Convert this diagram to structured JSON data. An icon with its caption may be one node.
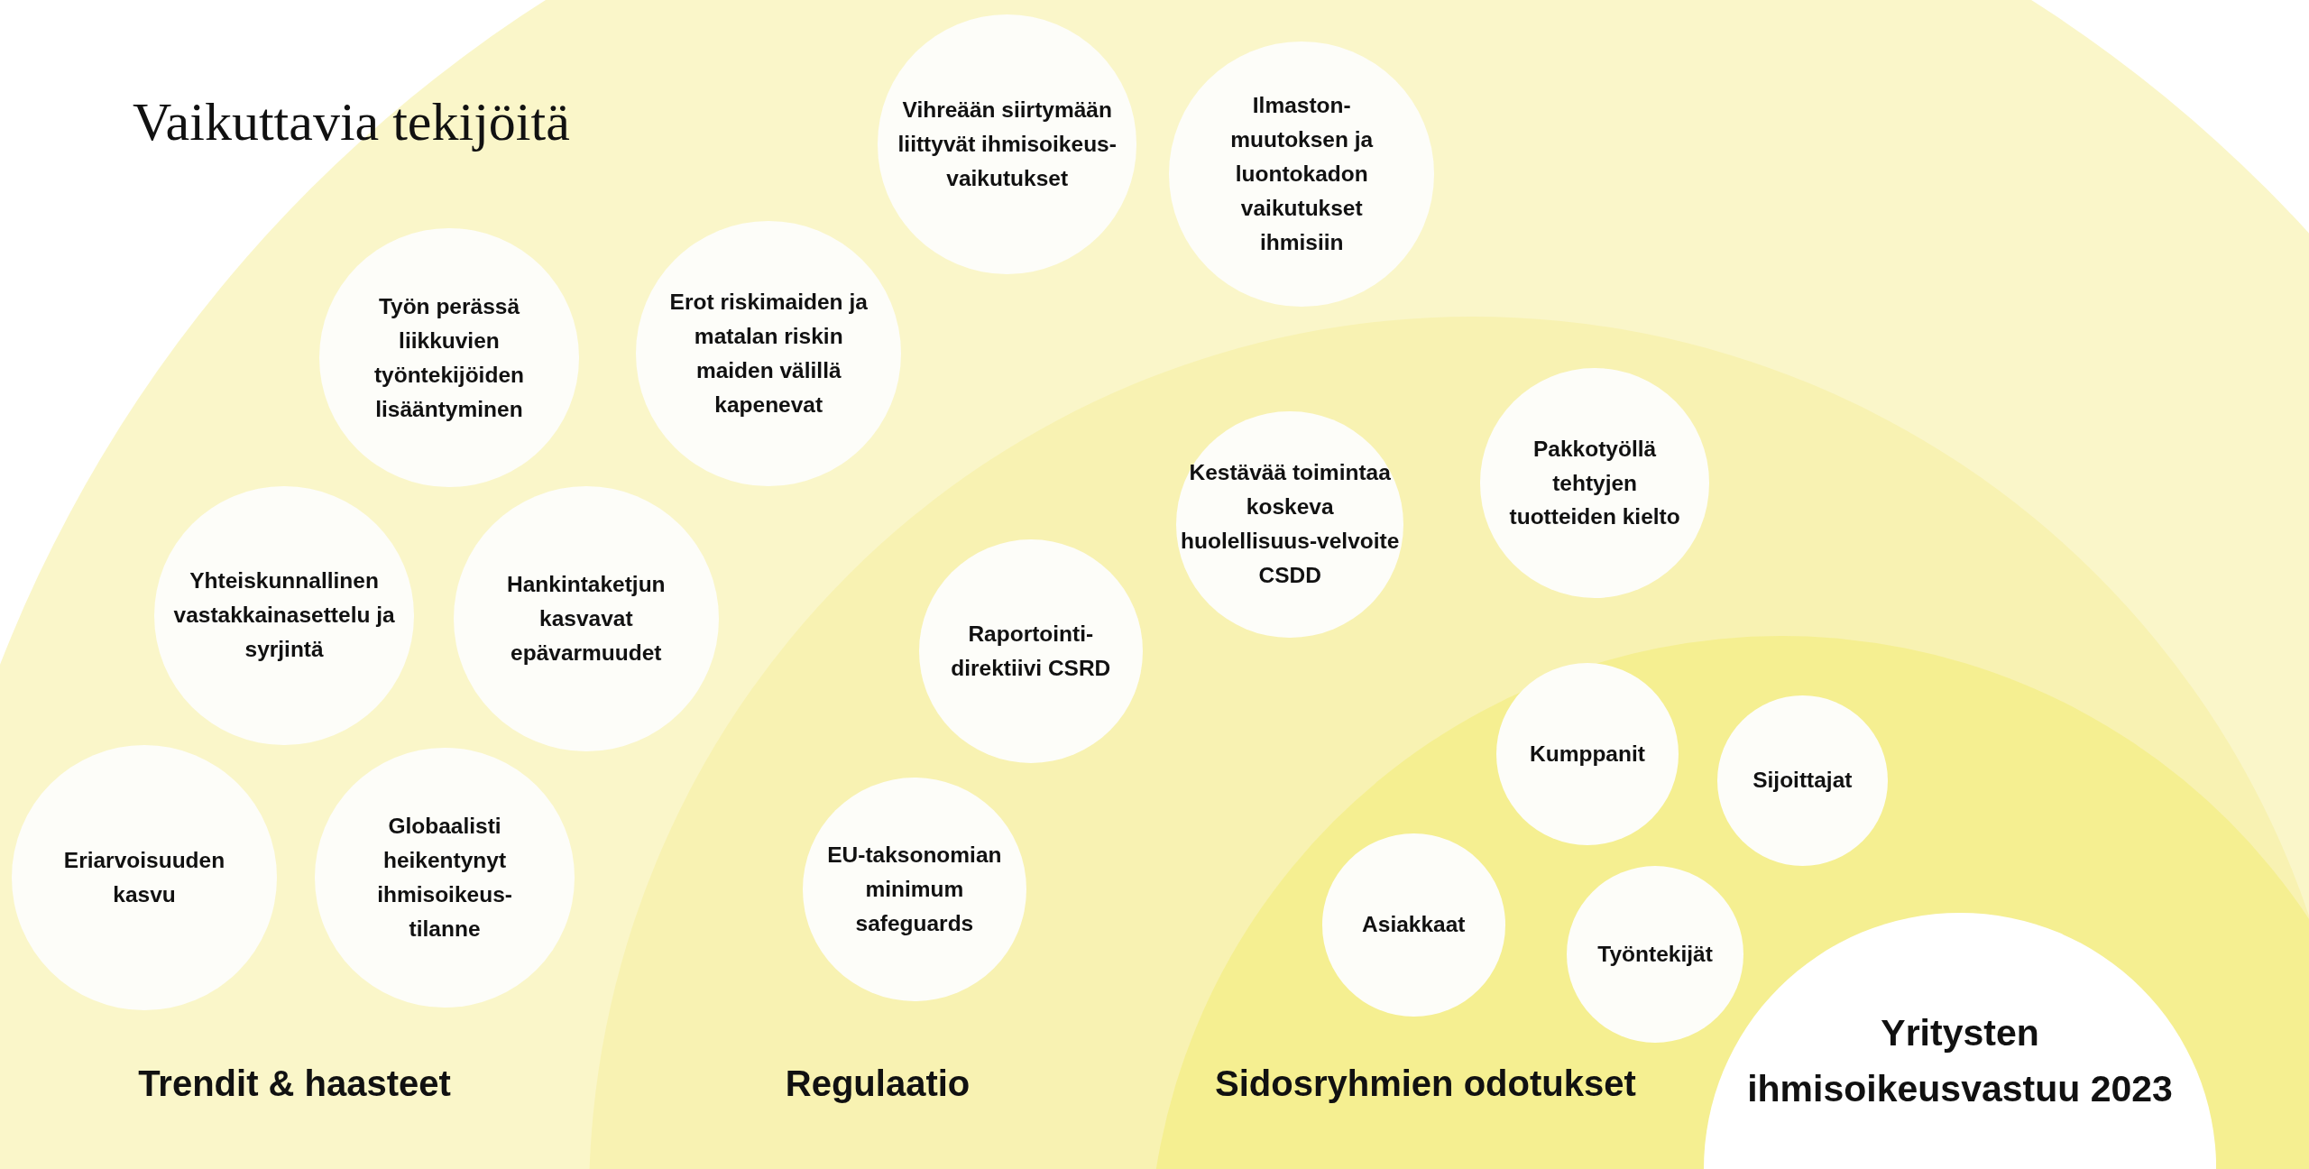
{
  "diagram": {
    "title": "Vaikuttavia tekijöitä",
    "nodes": [
      {
        "text": [
          "Trendit & haasteet"
        ]
      },
      {
        "text": [
          "Vihreään siirtymään liittyvät ihmisoikeus-vaikutukset"
        ],
        "in": 0
      },
      {
        "text": [
          "Ilmaston-muutoksen ja luontokadon vaikutukset ihmisiin"
        ],
        "in": 0
      },
      {
        "text": [
          "Työn perässä liikkuvien työntekijöiden lisääntyminen"
        ],
        "in": 0
      },
      {
        "text": [
          "Erot riskimaiden ja matalan riskin maiden välillä kapenevat"
        ],
        "in": 0
      },
      {
        "text": [
          "Yhteiskunnallinen vastakkainasettelu ja syrjintä"
        ],
        "in": 0
      },
      {
        "text": [
          "Hankintaketjun kasvavat epävarmuudet"
        ],
        "in": 0
      },
      {
        "text": [
          "Eriarvoisuuden kasvu"
        ],
        "in": 0
      },
      {
        "text": [
          "Globaalisti heikentynyt ihmisoikeus-tilanne"
        ],
        "in": 0
      },
      {
        "text": [
          "Regulaatio"
        ],
        "in": 0
      },
      {
        "text": [
          "Pakkotyöllä tehtyjen tuotteiden kielto"
        ],
        "in": 9
      },
      {
        "text": [
          "Kestävää toimintaa koskeva huolellisuus-velvoite CSDD"
        ],
        "in": 9
      },
      {
        "text": [
          "Raportointi-direktiivi CSRD"
        ],
        "in": 9
      },
      {
        "text": [
          "EU-taksonomian minimum safeguards"
        ],
        "in": 9
      },
      {
        "text": [
          "Sidosryhmien odotukset"
        ],
        "in": 9
      },
      {
        "text": [
          "Kumppanit"
        ],
        "in": 14
      },
      {
        "text": [
          "Sijoittajat"
        ],
        "in": 14
      },
      {
        "text": [
          "Asiakkaat"
        ],
        "in": 14
      },
      {
        "text": [
          "Työntekijät"
        ],
        "in": 14
      },
      {
        "text": [
          "Yritysten ihmisoikeusvastuu 2023"
        ],
        "in": 14
      }
    ],
    "edges": []
  }
}
